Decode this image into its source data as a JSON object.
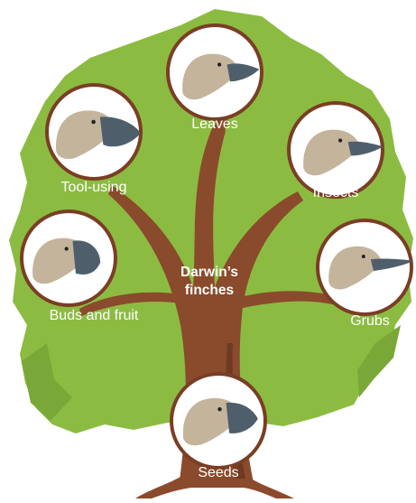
{
  "title": [
    "Darwin’s",
    "finches"
  ],
  "colors": {
    "foliage": "#8cbb42",
    "foliage_shadow": "#7aa838",
    "trunk": "#8a4a2c",
    "trunk_shadow": "#6e3a22",
    "circle_ring": "#7a3e24",
    "circle_fill": "#ffffff",
    "head": "#c4b49b",
    "beak": "#4f5e6b",
    "label": "#ffffff"
  },
  "finches": [
    {
      "id": "leaves",
      "label": "Leaves",
      "beak_icon": "short-pointed-beak"
    },
    {
      "id": "insects",
      "label": "Insects",
      "beak_icon": "thin-pointed-beak"
    },
    {
      "id": "grubs",
      "label": "Grubs",
      "beak_icon": "long-probing-beak"
    },
    {
      "id": "seeds",
      "label": "Seeds",
      "beak_icon": "thick-crushing-beak"
    },
    {
      "id": "buds-and-fruit",
      "label": "Buds and fruit",
      "beak_icon": "parrot-like-beak"
    },
    {
      "id": "tool-using",
      "label": "Tool-using",
      "beak_icon": "long-heavy-beak"
    }
  ]
}
